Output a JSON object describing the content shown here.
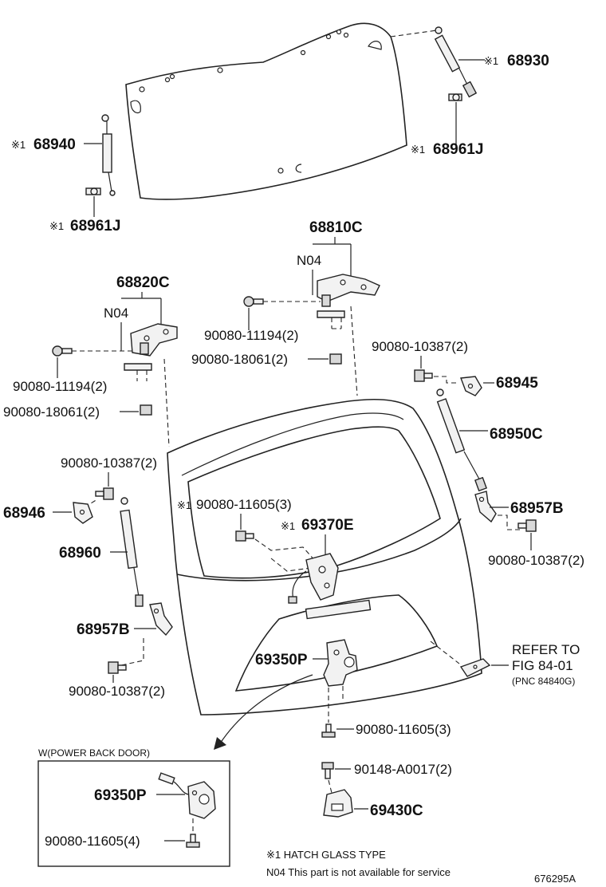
{
  "labels": {
    "p68930": "68930",
    "p68940": "68940",
    "p68961j_right": "68961J",
    "p68961j_left": "68961J",
    "p68810c": "68810C",
    "n04_right": "N04",
    "b90080_11194_right": "90080-11194(2)",
    "b90080_18061_right": "90080-18061(2)",
    "p68820c": "68820C",
    "n04_left": "N04",
    "b90080_11194_left": "90080-11194(2)",
    "b90080_18061_left": "90080-18061(2)",
    "b90080_10387_upper_right": "90080-10387(2)",
    "p68945": "68945",
    "p68950c": "68950C",
    "b90080_10387_upper_left": "90080-10387(2)",
    "p68946": "68946",
    "b90080_11605_glass": "90080-11605(3)",
    "p69370e": "69370E",
    "p68957b_right": "68957B",
    "b90080_10387_lower_right": "90080-10387(2)",
    "p68960": "68960",
    "p68957b_left": "68957B",
    "b90080_10387_lower_left": "90080-10387(2)",
    "p69350p": "69350P",
    "refer_to": "REFER TO",
    "fig": "FIG 84-01",
    "pnc": "(PNC 84840G)",
    "b90080_11605_door": "90080-11605(3)",
    "b90148_a0017": "90148-A0017(2)",
    "p69430c": "69430C",
    "power_box_title": "W(POWER BACK DOOR)",
    "p69350p_power": "69350P",
    "b90080_11605_power": "90080-11605(4)",
    "marker": "※1",
    "note1": "※1 HATCH GLASS TYPE",
    "note2": "N04 This part is not available for service",
    "figure_id": "676295A"
  }
}
